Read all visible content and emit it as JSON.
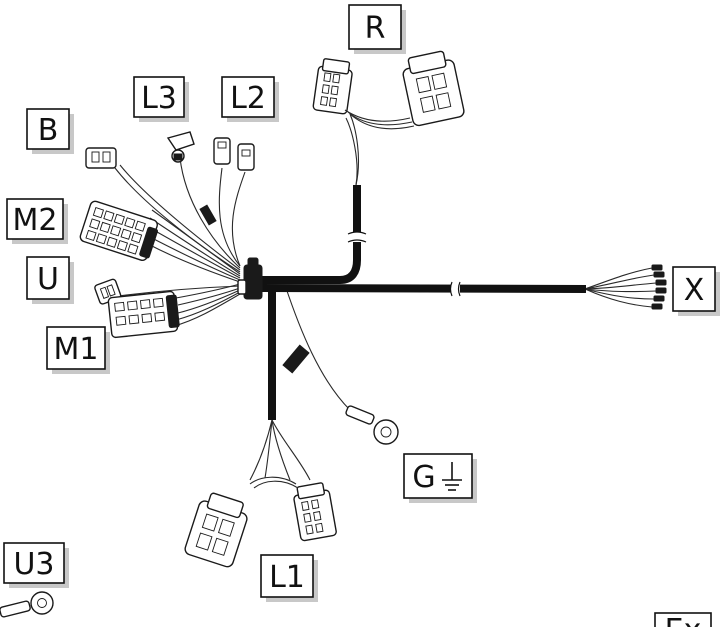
{
  "figure": {
    "labels": {
      "R": "R",
      "L3": "L3",
      "L2": "L2",
      "B": "B",
      "M2": "M2",
      "U": "U",
      "M1": "M1",
      "X": "X",
      "G": "G",
      "U3": "U3",
      "L1": "L1",
      "Ex": "Ex"
    },
    "ground_symbol": "ground-icon"
  }
}
